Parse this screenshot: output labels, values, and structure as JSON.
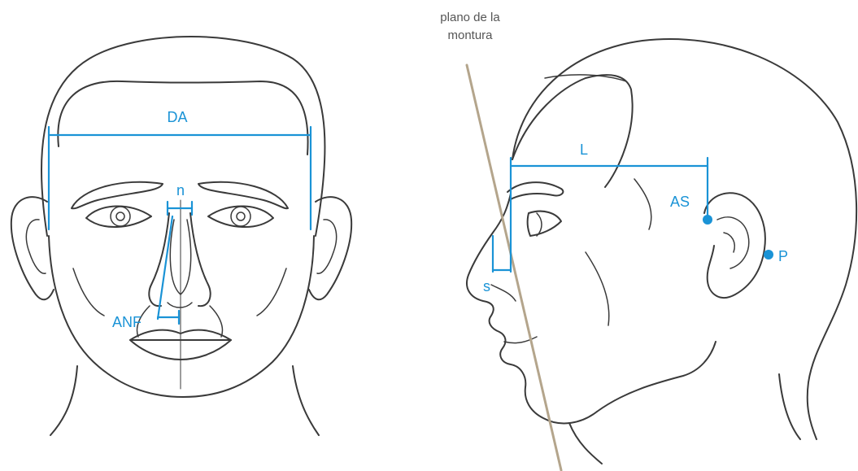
{
  "colors": {
    "measure": "#1a93d6",
    "outline": "#3a3a3a",
    "frame_plane": "#b4a58c",
    "note_text": "#555555",
    "background": "#ffffff"
  },
  "front_view": {
    "label_da": "DA",
    "label_n": "n",
    "label_anf": "ANF"
  },
  "side_view": {
    "plane_note_line1": "plano de la",
    "plane_note_line2": "montura",
    "label_l": "L",
    "label_as": "AS",
    "label_p": "P",
    "label_s": "s"
  }
}
